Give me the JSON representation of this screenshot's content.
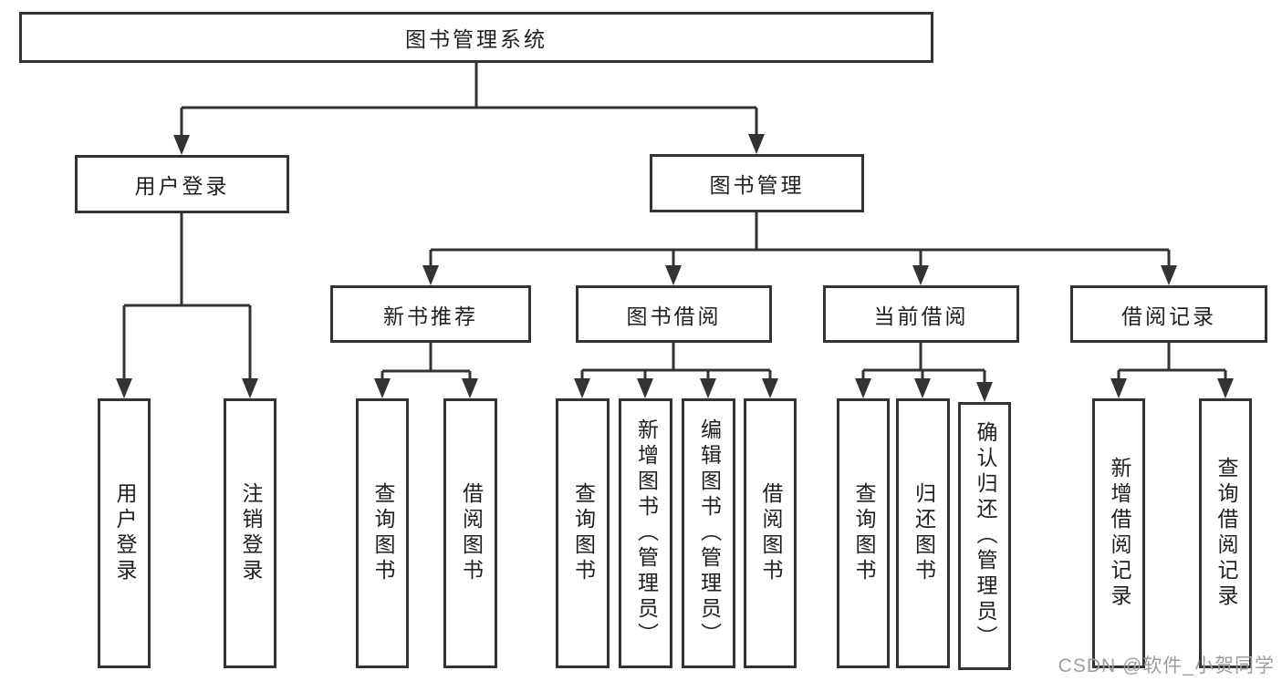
{
  "diagram": {
    "root": {
      "label": "图书管理系统"
    },
    "level2": [
      {
        "label": "用户登录"
      },
      {
        "label": "图书管理"
      }
    ],
    "level3": [
      {
        "label": "新书推荐"
      },
      {
        "label": "图书借阅"
      },
      {
        "label": "当前借阅"
      },
      {
        "label": "借阅记录"
      }
    ],
    "leaves": {
      "user_login": [
        {
          "label": "用户登录"
        },
        {
          "label": "注销登录"
        }
      ],
      "new_book_recommend": [
        {
          "label": "查询图书"
        },
        {
          "label": "借阅图书"
        }
      ],
      "book_borrow": [
        {
          "label": "查询图书"
        },
        {
          "label": "新增图书（管理员）"
        },
        {
          "label": "编辑图书（管理员）"
        },
        {
          "label": "借阅图书"
        }
      ],
      "current_borrow": [
        {
          "label": "查询图书"
        },
        {
          "label": "归还图书"
        },
        {
          "label": "确认归还（管理员）"
        }
      ],
      "borrow_records": [
        {
          "label": "新增借阅记录"
        },
        {
          "label": "查询借阅记录"
        }
      ]
    }
  },
  "watermark": {
    "text": "CSDN @软件_小贺同学"
  },
  "colors": {
    "line": "#333333",
    "text": "#1f1f1f",
    "background": "#ffffff",
    "watermark": "#9e9e9e"
  }
}
